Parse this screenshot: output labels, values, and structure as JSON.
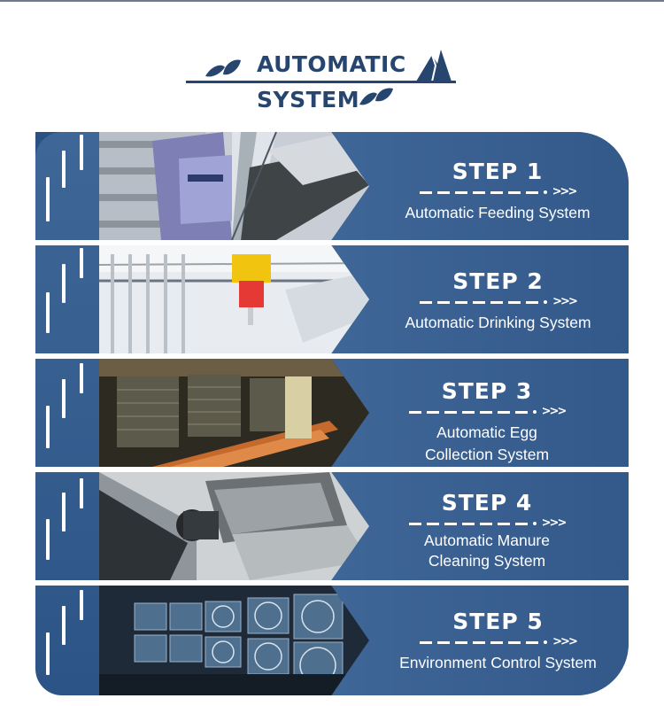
{
  "header": {
    "title_line1": "AUTOMATIC",
    "title_line2": "SYSTEM",
    "left_icon": "leaf-icon",
    "right_icon": "mountain-icon",
    "colors": {
      "title": "#27466f",
      "panel": "#2b5183"
    }
  },
  "steps": [
    {
      "title": "STEP  1",
      "desc_lines": [
        "Automatic Feeding System"
      ],
      "photo": "feeding-system-photo",
      "arrow": ">>>"
    },
    {
      "title": "STEP  2",
      "desc_lines": [
        "Automatic Drinking System"
      ],
      "photo": "drinking-system-photo",
      "arrow": ">>>"
    },
    {
      "title": "STEP  3",
      "desc_lines": [
        "Automatic Egg",
        "Collection System"
      ],
      "photo": "egg-collection-photo",
      "arrow": ">>>"
    },
    {
      "title": "STEP  4",
      "desc_lines": [
        "Automatic Manure",
        "Cleaning System"
      ],
      "photo": "manure-cleaning-photo",
      "arrow": ">>>"
    },
    {
      "title": "STEP  5",
      "desc_lines": [
        "Environment Control System"
      ],
      "photo": "environment-control-photo",
      "arrow": ">>>"
    }
  ]
}
